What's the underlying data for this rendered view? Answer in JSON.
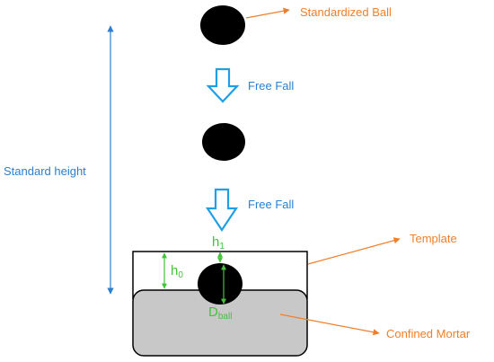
{
  "labels": {
    "standardized_ball": "Standardized Ball",
    "free_fall_1": "Free Fall",
    "free_fall_2": "Free Fall",
    "standard_height": "Standard height",
    "template": "Template",
    "confined_mortar": "Confined Mortar",
    "h0": "h",
    "h0_sub": "0",
    "h1": "h",
    "h1_sub": "1",
    "d_ball": "D",
    "d_ball_sub": "ball"
  },
  "colors": {
    "label_orange": "#f07f2a",
    "label_blue": "#2a7fd0",
    "arrow_blue": "#1ea0e6",
    "dimension_green": "#44c23a",
    "ball": "#000000",
    "mortar_fill": "#c8c8c8",
    "outline": "#000000"
  }
}
